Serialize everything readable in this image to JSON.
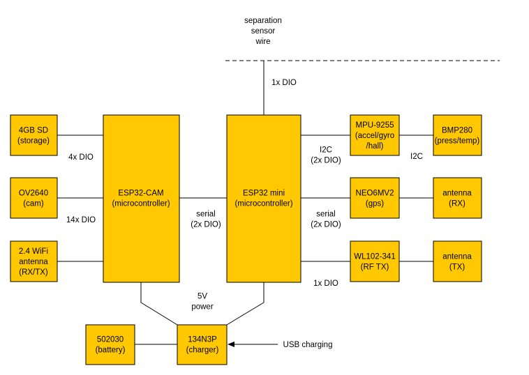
{
  "blocks": {
    "sd": [
      "4GB SD",
      "(storage)"
    ],
    "cam": [
      "OV2640",
      "(cam)"
    ],
    "wifi": [
      "2.4 WiFi",
      "antenna",
      "(RX/TX)"
    ],
    "esp32cam": [
      "ESP32-CAM",
      "(microcontroller)"
    ],
    "esp32mini": [
      "ESP32 mini",
      "(microcontroller)"
    ],
    "mpu": [
      "MPU-9255",
      "(accel/gyro",
      "/hall)"
    ],
    "bmp": [
      "BMP280",
      "(press/temp)"
    ],
    "neo": [
      "NEO6MV2",
      "(gps)"
    ],
    "antrx": [
      "antenna",
      "(RX)"
    ],
    "wl": [
      "WL102-341",
      "(RF TX)"
    ],
    "anttx": [
      "antenna",
      "(TX)"
    ],
    "battery": [
      "502030",
      "(battery)"
    ],
    "charger": [
      "134N3P",
      "(charger)"
    ]
  },
  "labels": {
    "sensor": [
      "separation",
      "sensor",
      "wire"
    ],
    "dio1_top": [
      "1x DIO"
    ],
    "dio4": [
      "4x DIO"
    ],
    "dio14": [
      "14x DIO"
    ],
    "serial_mid": [
      "serial",
      "(2x DIO)"
    ],
    "i2c_left": [
      "I2C",
      "(2x DIO)"
    ],
    "i2c_right": [
      "I2C"
    ],
    "serial_right": [
      "serial",
      "(2x DIO)"
    ],
    "dio1_bottom": [
      "1x DIO"
    ],
    "power": [
      "5V",
      "power"
    ],
    "usb": [
      "USB charging"
    ]
  }
}
